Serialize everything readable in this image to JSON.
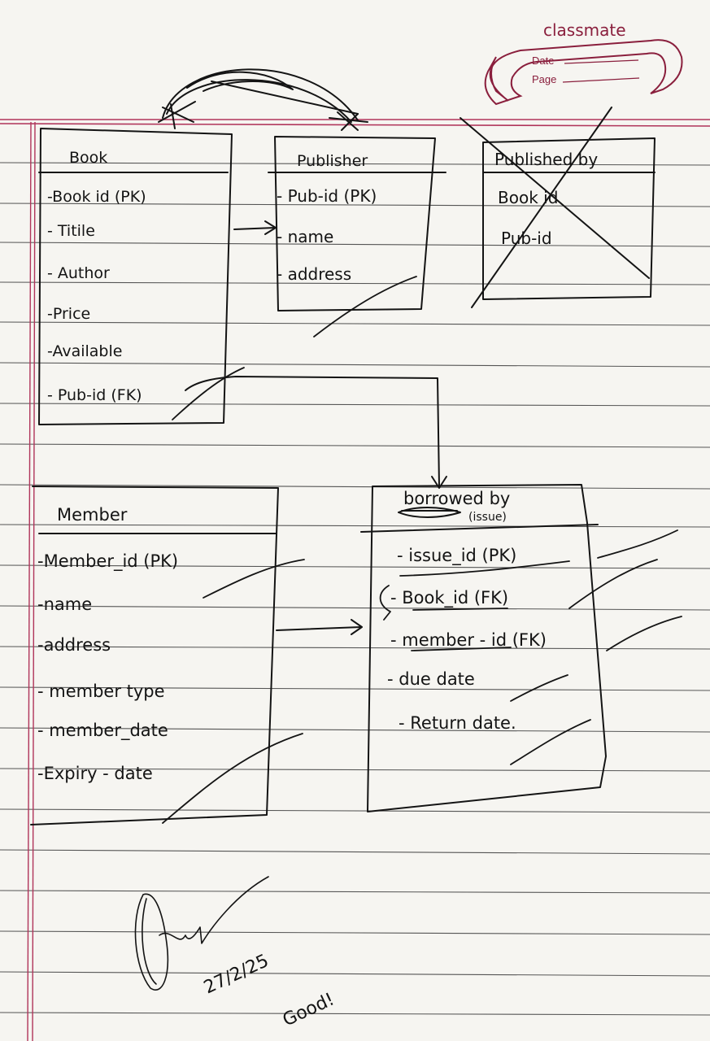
{
  "brand": {
    "name": "classmate",
    "date_label": "Date",
    "page_label": "Page"
  },
  "entities": {
    "book": {
      "title": "Book",
      "attributes": [
        "-Book id (PK)",
        "- Titile",
        "- Author",
        "-Price",
        "-Available",
        "- Pub-id (FK)"
      ]
    },
    "publisher": {
      "title": "Publisher",
      "attributes": [
        "- Pub-id (PK)",
        "- name",
        "- address"
      ]
    },
    "published_by": {
      "title": "Published by",
      "attributes": [
        "Book id",
        "Pub-id"
      ],
      "crossed_out": true
    },
    "member": {
      "title": "Member",
      "attributes": [
        "-Member_id (PK)",
        "-name",
        "-address",
        "- member type",
        "- member_date",
        "-Expiry - date"
      ]
    },
    "borrowed_by": {
      "title": "borrowed by",
      "subtitle": "(issue)",
      "attributes": [
        "- issue_id (PK)",
        "- Book_id (FK)",
        "- member - id (FK)",
        "- due date",
        "- Return date."
      ]
    }
  },
  "signature": {
    "date": "27/2/25",
    "remark": "Good!"
  }
}
